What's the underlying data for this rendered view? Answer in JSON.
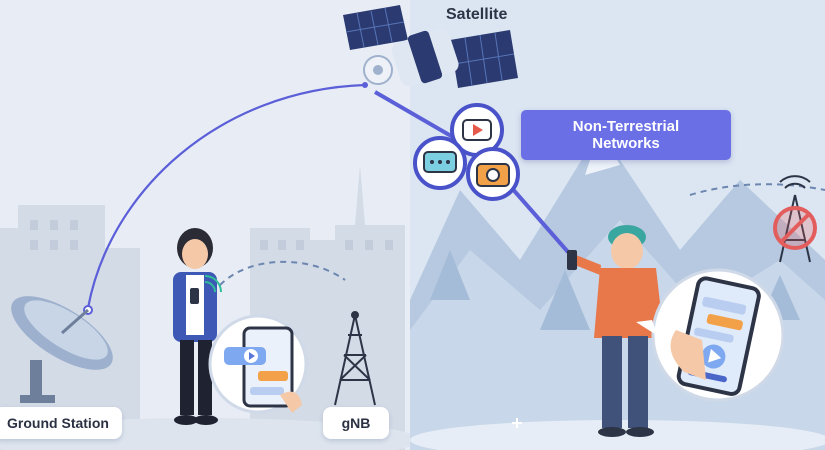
{
  "labels": {
    "satellite": "Satellite",
    "ground_station": "Ground Station",
    "gnb": "gNB",
    "ntn_line1": "Non-Terrestrial",
    "ntn_line2": "Networks"
  },
  "icons": [
    "satellite-icon",
    "ground-dish-icon",
    "gnb-tower-icon",
    "video-play-icon",
    "chat-icon",
    "camera-icon",
    "blocked-tower-icon",
    "smartphone-icon"
  ],
  "colors": {
    "accent": "#6a6fe6",
    "link_line": "#5b5fd8",
    "sky_left": "#e9eef6",
    "sky_right": "#dde8f3",
    "mountain": "#a9c1dc",
    "orange_jacket": "#e8774a"
  }
}
